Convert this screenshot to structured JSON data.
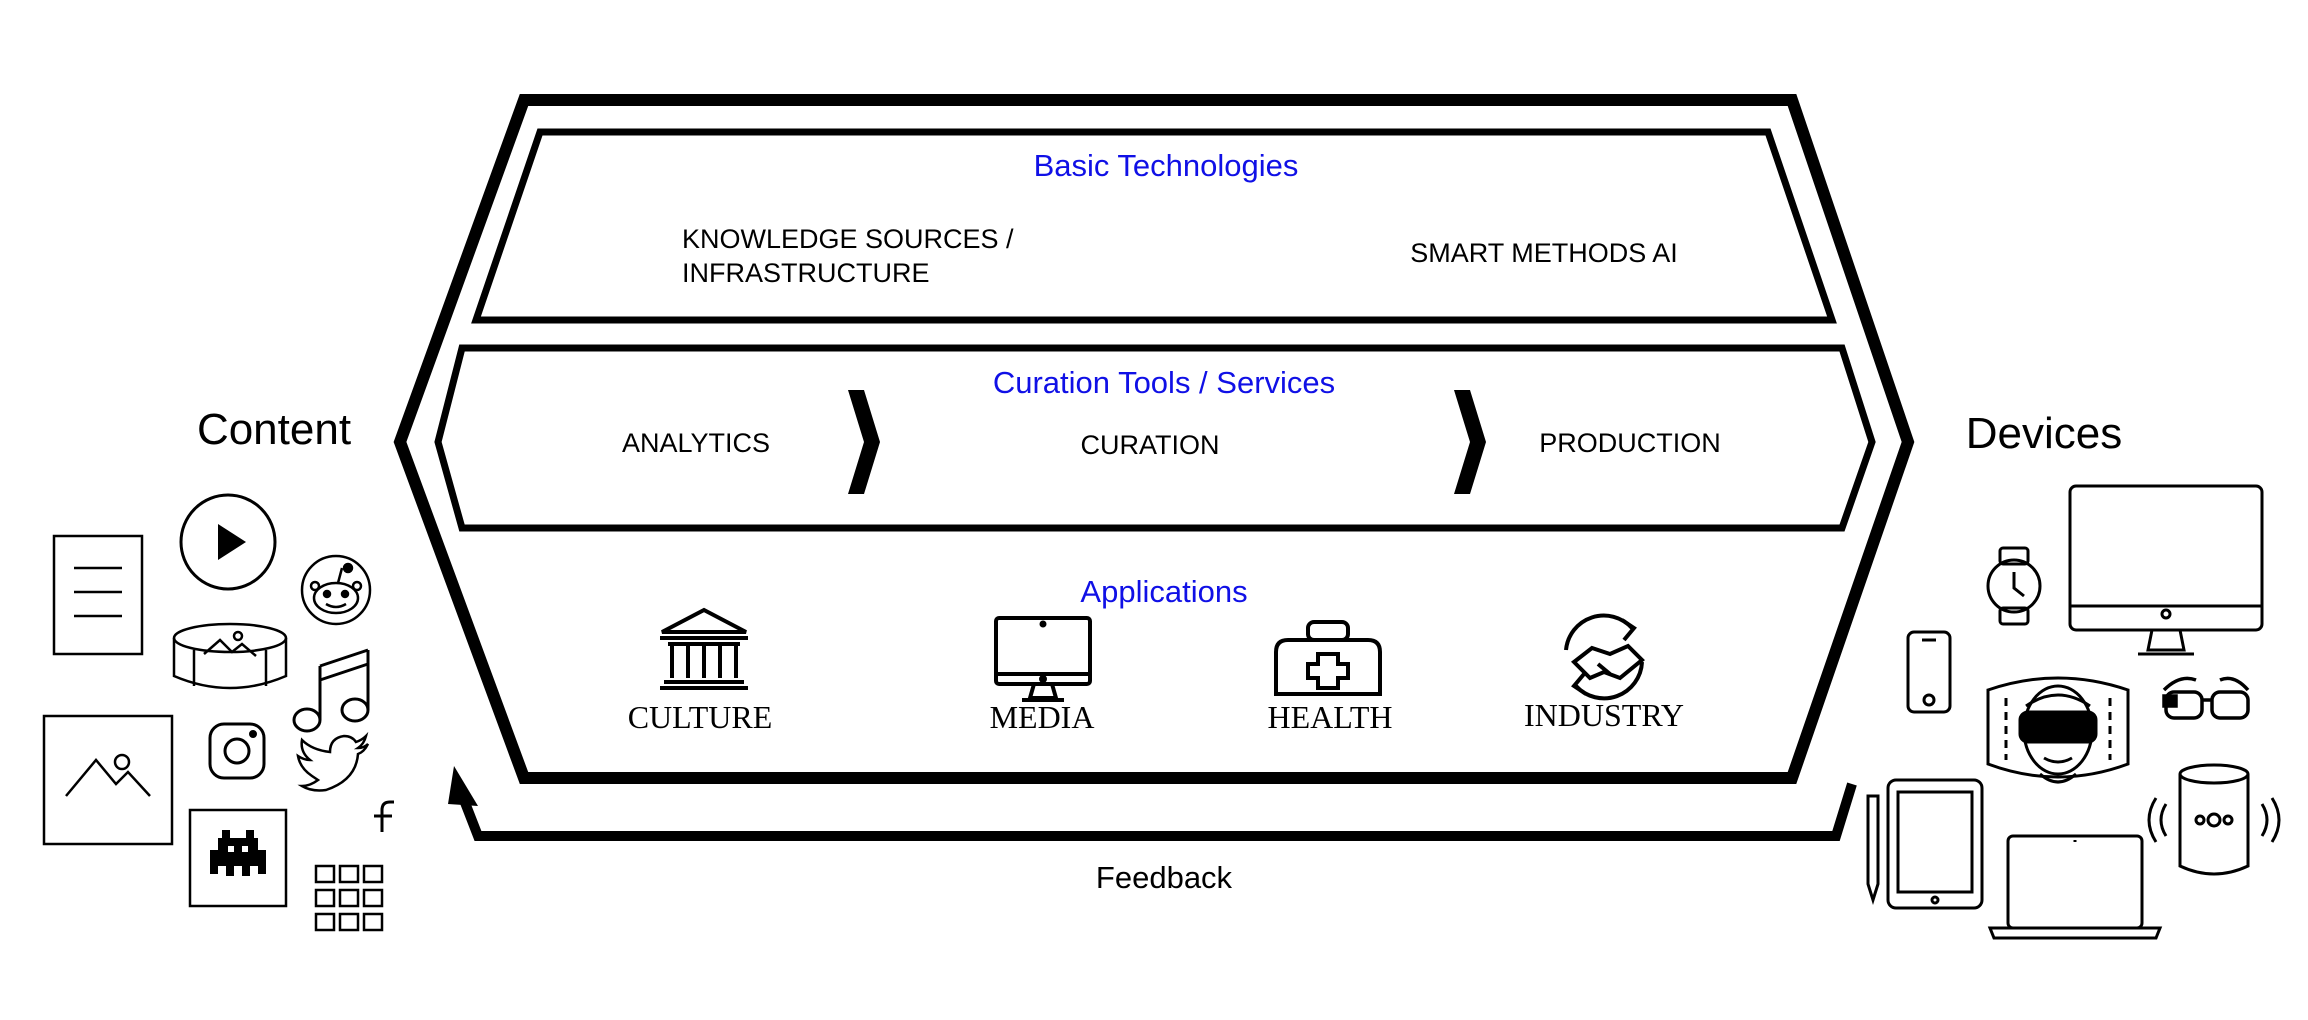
{
  "colors": {
    "accent_label": "#1010e6",
    "ink": "#000000",
    "background": "#ffffff"
  },
  "content": {
    "label": "Content",
    "icons": [
      "document-icon",
      "play-button-icon",
      "reddit-icon",
      "panorama-icon",
      "music-note-icon",
      "image-icon",
      "instagram-icon",
      "twitter-icon",
      "facebook-icon",
      "space-invader-icon",
      "app-grid-icon"
    ]
  },
  "devices": {
    "label": "Devices",
    "icons": [
      "smartwatch-icon",
      "desktop-monitor-icon",
      "smartphone-icon",
      "vr-headset-icon",
      "smart-glasses-icon",
      "tablet-icon",
      "stylus-icon",
      "laptop-icon",
      "smart-speaker-icon"
    ]
  },
  "basic_technologies": {
    "title": "Basic Technologies",
    "items": [
      "KNOWLEDGE SOURCES /",
      "INFRASTRUCTURE",
      "SMART METHODS AI"
    ]
  },
  "curation": {
    "title": "Curation Tools / Services",
    "steps": [
      "ANALYTICS",
      "CURATION",
      "PRODUCTION"
    ]
  },
  "applications": {
    "title": "Applications",
    "items": [
      {
        "label": "CULTURE",
        "icon": "museum-icon"
      },
      {
        "label": "MEDIA",
        "icon": "monitor-icon"
      },
      {
        "label": "HEALTH",
        "icon": "medical-kit-icon"
      },
      {
        "label": "INDUSTRY",
        "icon": "handshake-cycle-icon"
      }
    ]
  },
  "feedback": {
    "label": "Feedback"
  }
}
